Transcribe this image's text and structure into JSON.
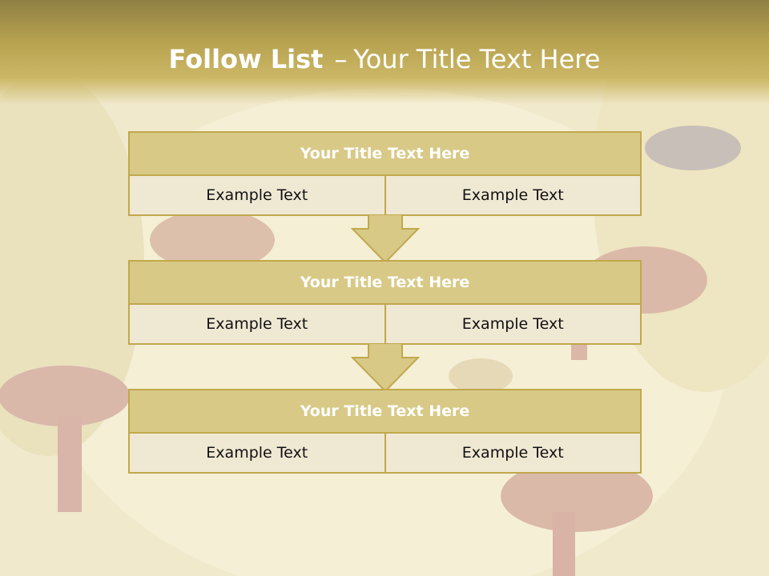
{
  "slide": {
    "title_bold": "Follow List",
    "title_separator": "–",
    "title_rest": "Your Title Text Here"
  },
  "blocks": [
    {
      "title": "Your Title Text Here",
      "left": "Example Text",
      "right": "Example Text"
    },
    {
      "title": "Your Title Text Here",
      "left": "Example Text",
      "right": "Example Text"
    },
    {
      "title": "Your Title Text Here",
      "left": "Example Text",
      "right": "Example Text"
    }
  ],
  "colors": {
    "header_bar": "#b7a250",
    "block_header_fill": "#d8c987",
    "block_border": "#c1a84c",
    "cell_fill": "#efe8d3",
    "arrow_fill": "#d8c987"
  }
}
